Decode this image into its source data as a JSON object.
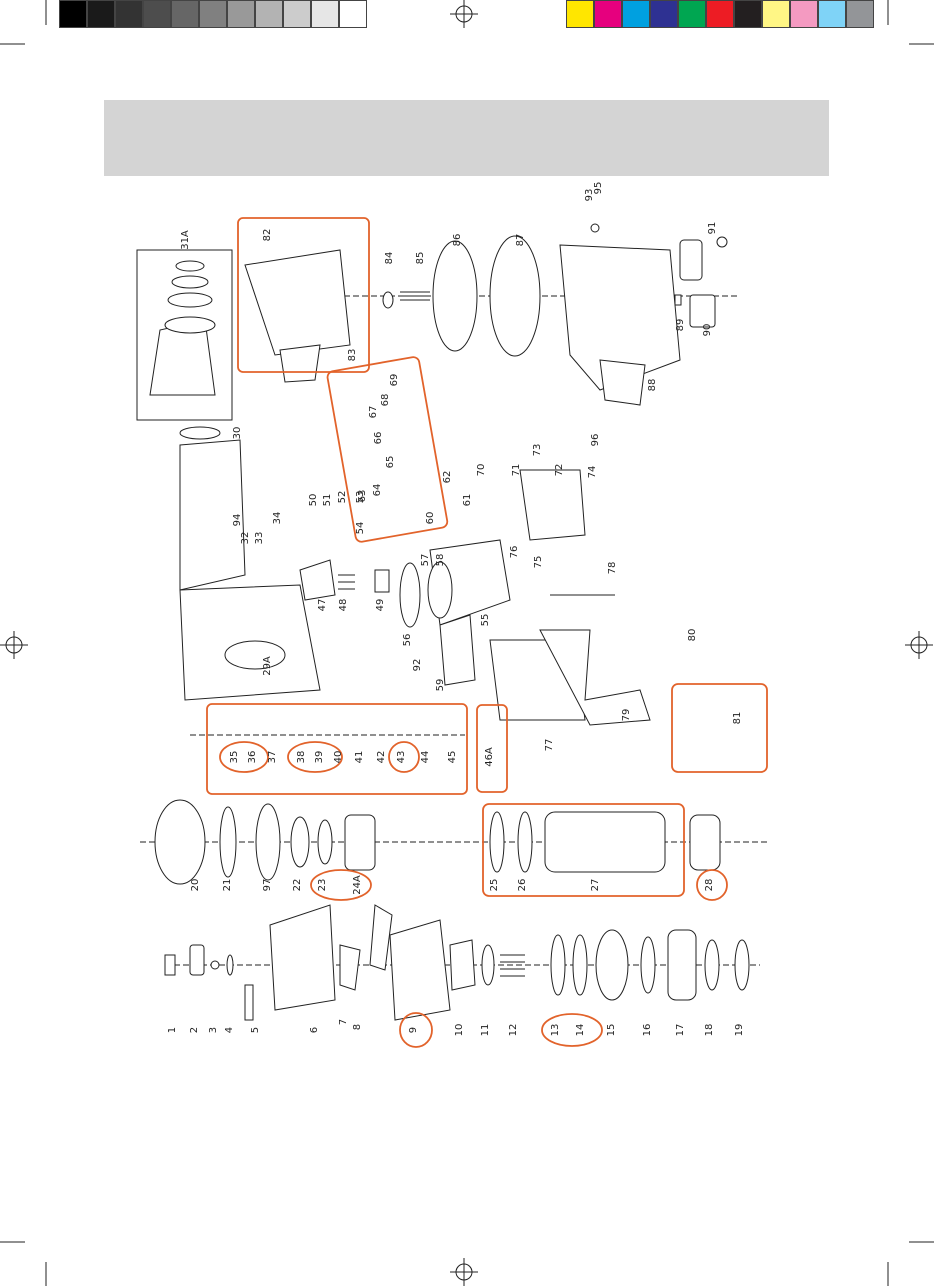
{
  "swatches_left": [
    "#000000",
    "#1a1a1a",
    "#333333",
    "#4d4d4d",
    "#666666",
    "#808080",
    "#999999",
    "#b3b3b3",
    "#cccccc",
    "#e6e6e6",
    "#ffffff"
  ],
  "swatches_right": [
    "#ffe600",
    "#e6007e",
    "#00a0e0",
    "#2e3192",
    "#00a651",
    "#ed1c24",
    "#231f20",
    "#fff685",
    "#f49ac1",
    "#7fd3f7",
    "#939598"
  ],
  "highlight_color": "#e2632b",
  "part_labels": [
    "1",
    "2",
    "3",
    "4",
    "5",
    "6",
    "7",
    "8",
    "9",
    "10",
    "11",
    "12",
    "13",
    "14",
    "15",
    "16",
    "17",
    "18",
    "19",
    "20",
    "21",
    "97",
    "22",
    "23",
    "24A",
    "25",
    "26",
    "27",
    "28",
    "35",
    "36",
    "37",
    "38",
    "39",
    "40",
    "41",
    "42",
    "43",
    "44",
    "45",
    "46A",
    "29A",
    "47",
    "48",
    "49",
    "30",
    "31A",
    "93",
    "94",
    "32",
    "33",
    "34",
    "50",
    "51",
    "52",
    "53",
    "54",
    "55",
    "56",
    "57",
    "58",
    "59",
    "60",
    "61",
    "62",
    "63",
    "64",
    "65",
    "66",
    "67",
    "68",
    "69",
    "70",
    "71",
    "72",
    "73",
    "74",
    "75",
    "76",
    "77",
    "78",
    "79",
    "80",
    "81",
    "82",
    "83",
    "84",
    "85",
    "86",
    "87",
    "88",
    "89",
    "90",
    "91",
    "92",
    "95",
    "96"
  ]
}
